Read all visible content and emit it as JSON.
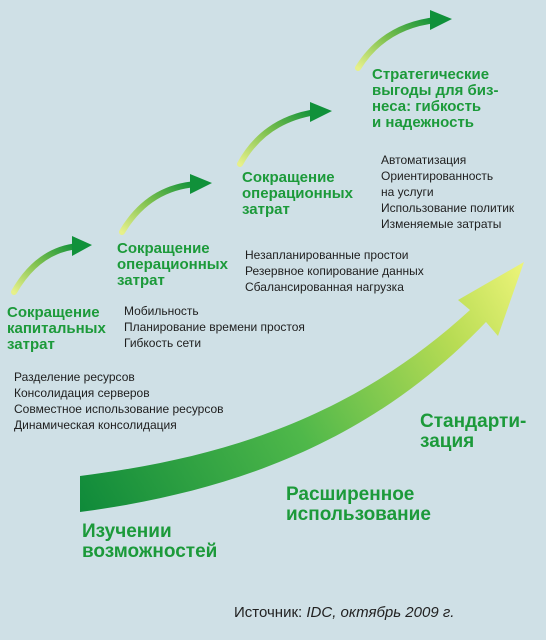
{
  "colors": {
    "background": "#cfe0e6",
    "heading_green": "#1c9a3a",
    "arrow_dark": "#0f8a3a",
    "arrow_light": "#e8f36a",
    "text": "#1e1e1e"
  },
  "benefits": [
    {
      "heading": "Сокращение\nкапитальных\nзатрат",
      "items": [
        "Разделение ресурсов",
        "Консолидация серверов",
        "Совместное использование ресурсов",
        "Динамическая консолидация"
      ]
    },
    {
      "heading": "Сокращение\nоперационных\nзатрат",
      "items": [
        "Мобильность",
        "Планирование времени простоя",
        "Гибкость сети"
      ]
    },
    {
      "heading": "Сокращение\nоперационных\nзатрат",
      "items": [
        "Незапланированные простои",
        "Резервное копирование данных",
        "Сбалансированная нагрузка"
      ]
    },
    {
      "heading": "Стратегические\nвыгоды для биз-\nнеса: гибкость\nи надежность",
      "items": [
        "Автоматизация",
        "Ориентированность",
        "на услуги",
        "Использование политик",
        "Изменяемые затраты"
      ]
    }
  ],
  "phases": [
    "Изучении\nвозможностей",
    "Расширенное\nиспользование",
    "Стандарти-\nзация"
  ],
  "source": {
    "prefix": "Источник: ",
    "italic": "IDC, октябрь 2009 г."
  }
}
